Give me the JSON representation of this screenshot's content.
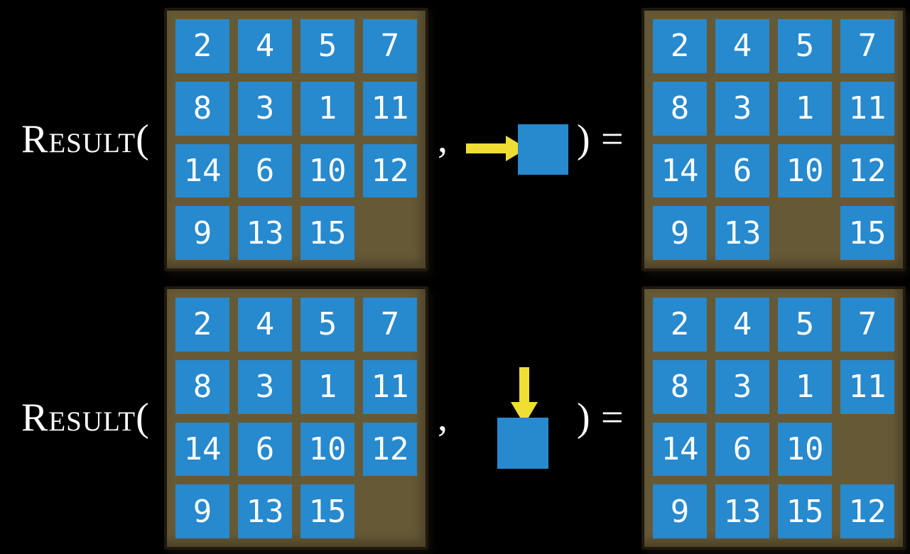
{
  "colors": {
    "background": "#000000",
    "tile_blue": "#2789CE",
    "board_brown": "#665936",
    "board_border": "#1E180F",
    "arrow_yellow": "#EFDE33",
    "text_white": "#FFFFFF"
  },
  "examples": [
    {
      "function_label": "Result(",
      "comma": ",",
      "move_direction": "right",
      "move_icon": "right-arrow-into-tile",
      "close_paren": ")",
      "equals": "=",
      "input_grid": [
        [
          "2",
          "4",
          "5",
          "7"
        ],
        [
          "8",
          "3",
          "1",
          "11"
        ],
        [
          "14",
          "6",
          "10",
          "12"
        ],
        [
          "9",
          "13",
          "15",
          ""
        ]
      ],
      "output_grid": [
        [
          "2",
          "4",
          "5",
          "7"
        ],
        [
          "8",
          "3",
          "1",
          "11"
        ],
        [
          "14",
          "6",
          "10",
          "12"
        ],
        [
          "9",
          "13",
          "",
          "15"
        ]
      ]
    },
    {
      "function_label": "Result(",
      "comma": ",",
      "move_direction": "down",
      "move_icon": "down-arrow-into-tile",
      "close_paren": ")",
      "equals": "=",
      "input_grid": [
        [
          "2",
          "4",
          "5",
          "7"
        ],
        [
          "8",
          "3",
          "1",
          "11"
        ],
        [
          "14",
          "6",
          "10",
          "12"
        ],
        [
          "9",
          "13",
          "15",
          ""
        ]
      ],
      "output_grid": [
        [
          "2",
          "4",
          "5",
          "7"
        ],
        [
          "8",
          "3",
          "1",
          "11"
        ],
        [
          "14",
          "6",
          "10",
          ""
        ],
        [
          "9",
          "13",
          "15",
          "12"
        ]
      ]
    }
  ]
}
